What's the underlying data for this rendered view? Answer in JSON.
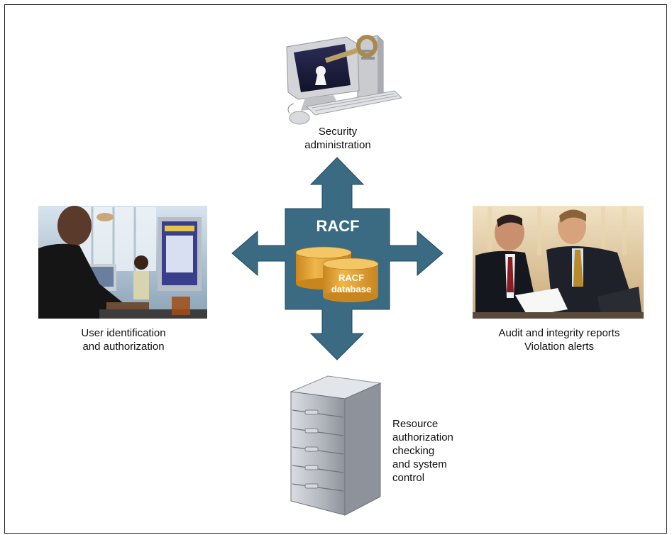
{
  "center": {
    "title": "RACF",
    "database_line1": "RACF",
    "database_line2": "database"
  },
  "nodes": {
    "top": {
      "line1": "Security",
      "line2": "administration",
      "icon": "computer-with-key-icon"
    },
    "left": {
      "line1": "User identification",
      "line2": "and authorization",
      "icon": "user-at-terminal-photo"
    },
    "right": {
      "line1": "Audit and integrity reports",
      "line2": "Violation alerts",
      "icon": "auditors-photo"
    },
    "bottom": {
      "line1": "Resource",
      "line2": "authorization",
      "line3": "checking",
      "line4": "and system",
      "line5": "control",
      "icon": "file-cabinet-icon"
    }
  },
  "colors": {
    "arrow": "#3a6b82",
    "arrow_edge": "#1f4a5e",
    "cylinder": "#e7a93a",
    "cylinder_top": "#f3c766"
  }
}
